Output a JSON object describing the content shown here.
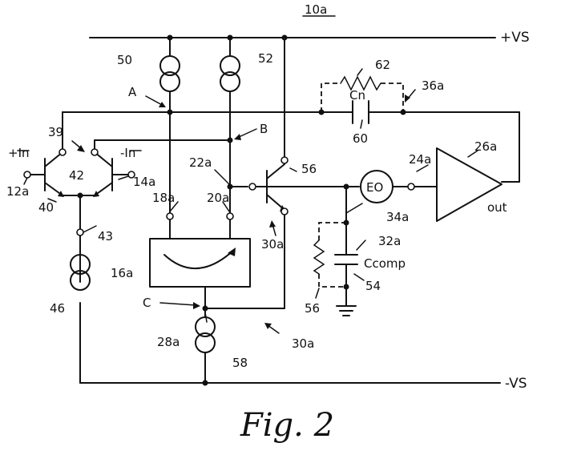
{
  "labels": {
    "figure_id": "10a",
    "rail_pos": "+VS",
    "rail_neg": "-VS",
    "src_50": "50",
    "src_52": "52",
    "node_a": "A",
    "node_b": "B",
    "node_c": "C",
    "in_pos": "+In",
    "in_neg": "-In",
    "n39": "39",
    "n42": "42",
    "n40": "40",
    "n12a": "12a",
    "n14a": "14a",
    "n43": "43",
    "n46": "46",
    "n18a": "18a",
    "n20a": "20a",
    "n22a": "22a",
    "n16a": "16a",
    "n28a": "28a",
    "n58": "58",
    "n30a_top": "30a",
    "n30a_bottom": "30a",
    "n56_transistor": "56",
    "n56_resistor": "56",
    "n62": "62",
    "cn": "Cn",
    "n60": "60",
    "n36a": "36a",
    "eo": "EO",
    "n24a": "24a",
    "n26a": "26a",
    "out": "out",
    "n34a": "34a",
    "n32a": "32a",
    "ccomp": "Ccomp",
    "n54": "54",
    "caption": "Fig. 2"
  }
}
